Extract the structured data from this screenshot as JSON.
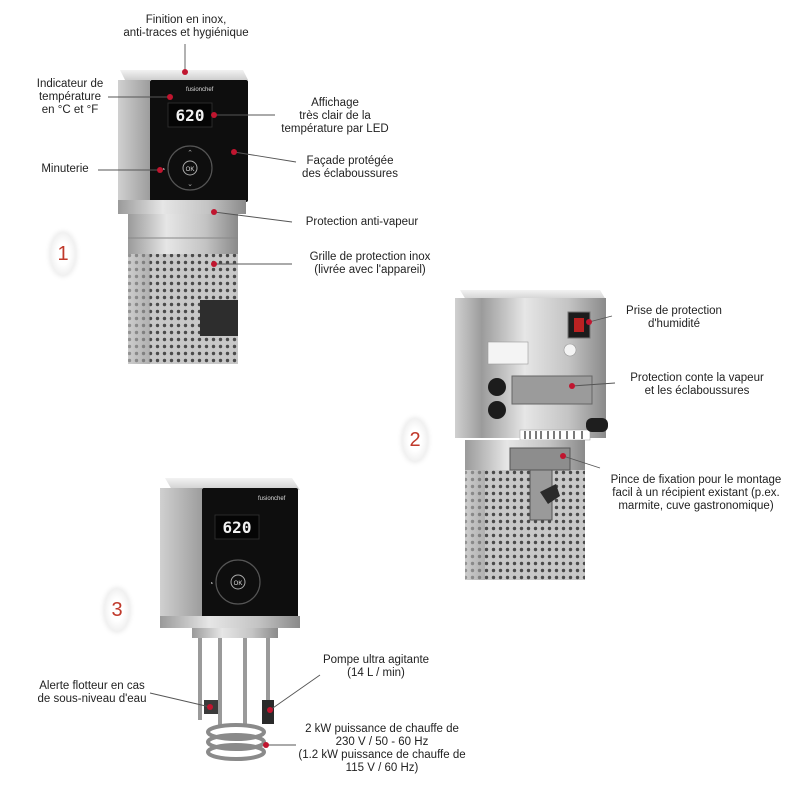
{
  "devices": {
    "d1": {
      "number": "1",
      "display": "620",
      "brand": "fusionchef",
      "button_ok": "OK",
      "labels": {
        "finish": [
          "Finition en inox,",
          "anti-traces et hygiénique"
        ],
        "temp_indicator": [
          "Indicateur de",
          "température",
          "en °C et °F"
        ],
        "display_desc": [
          "Affichage",
          "très clair de la",
          "température par LED"
        ],
        "timer": [
          "Minuterie"
        ],
        "splash_front": [
          "Façade protégée",
          "des éclaboussures"
        ],
        "anti_steam": [
          "Protection anti-vapeur"
        ],
        "grille": [
          "Grille de protection inox",
          "(livrée avec l'appareil)"
        ]
      }
    },
    "d2": {
      "number": "2",
      "labels": {
        "humidity_socket": [
          "Prise de protection",
          "d'humidité"
        ],
        "steam_splash": [
          "Protection conte la vapeur",
          "et les éclaboussures"
        ],
        "clamp": [
          "Pince de fixation pour le montage",
          "facil à un récipient existant (p.ex.",
          "marmite, cuve gastronomique)"
        ]
      }
    },
    "d3": {
      "number": "3",
      "display": "620",
      "brand": "fusionchef",
      "button_ok": "OK",
      "labels": {
        "pump": [
          "Pompe ultra agitante",
          "(14 L / min)"
        ],
        "float_alert": [
          "Alerte flotteur en cas",
          "de sous-niveau d'eau"
        ],
        "power": [
          "2 kW puissance de chauffe de",
          "230 V / 50 - 60 Hz",
          "(1.2 kW puissance de chauffe de",
          "115 V / 60 Hz)"
        ]
      }
    }
  },
  "colors": {
    "marker": "#c0152f",
    "number": "#c0392b",
    "panel": "#111111",
    "steel": "#c9c9c9"
  }
}
